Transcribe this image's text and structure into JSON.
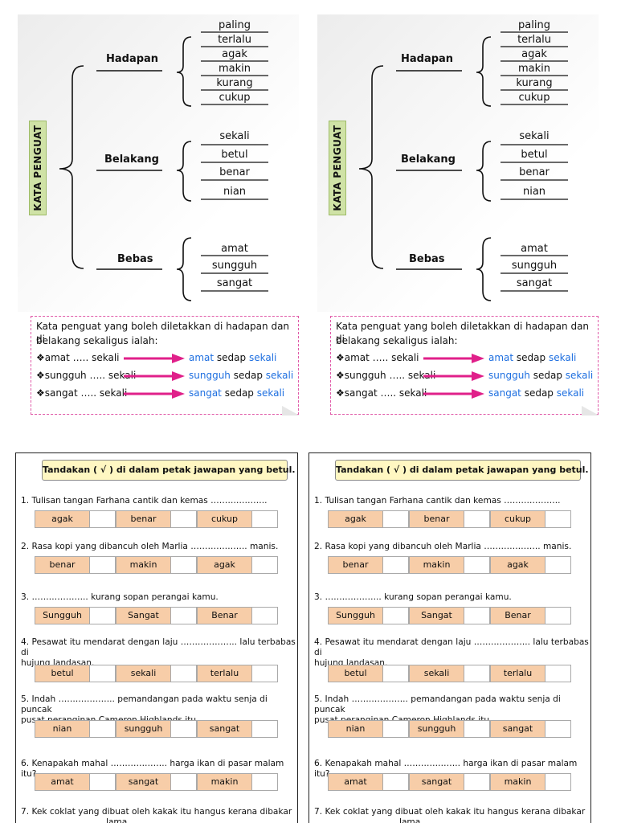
{
  "notes": {
    "vertical_label": "KATA PENGUAT",
    "branches": {
      "hadapan": {
        "label": "Hadapan",
        "words": [
          "paling",
          "terlalu",
          "agak",
          "makin",
          "kurang",
          "cukup"
        ]
      },
      "belakang": {
        "label": "Belakang",
        "words": [
          "sekali",
          "betul",
          "benar",
          "nian"
        ]
      },
      "bebas": {
        "label": "Bebas",
        "words": [
          "amat",
          "sungguh",
          "sangat"
        ]
      }
    },
    "box": {
      "line1": "Kata penguat yang boleh diletakkan di hadapan dan di",
      "line2": "belakang sekaligus ialah:",
      "pairs": [
        {
          "left": "❖amat ….. sekali",
          "word": "amat",
          "mid": " sedap ",
          "end": "sekali"
        },
        {
          "left": "❖sungguh ….. sekali",
          "word": "sungguh",
          "mid": " sedap ",
          "end": "sekali"
        },
        {
          "left": "❖sangat ….. sekali",
          "word": "sangat",
          "mid": " sedap ",
          "end": "sekali"
        }
      ]
    }
  },
  "exercise": {
    "title": "Tandakan ( √ ) di dalam petak jawapan yang betul.",
    "questions": [
      {
        "line1": "1. Tulisan tangan Farhana cantik dan kemas ………………..",
        "options": [
          "agak",
          "benar",
          "cukup"
        ]
      },
      {
        "line1": "2. Rasa kopi yang dibancuh oleh Marlia ……………….. manis.",
        "options": [
          "benar",
          "makin",
          "agak"
        ]
      },
      {
        "line1": "3. ……………….. kurang sopan perangai kamu.",
        "options": [
          "Sungguh",
          "Sangat",
          "Benar"
        ]
      },
      {
        "line1": "4. Pesawat itu mendarat dengan laju ……………….. lalu terbabas di",
        "line2": "hujung landasan.",
        "options": [
          "betul",
          "sekali",
          "terlalu"
        ]
      },
      {
        "line1": "5. Indah ……………….. pemandangan pada waktu senja di puncak",
        "line2": "pusat peranginan Cameron Highlands itu.",
        "options": [
          "nian",
          "sungguh",
          "sangat"
        ]
      },
      {
        "line1": "6.  Kenapakah mahal ……………….. harga ikan di pasar malam itu?",
        "options": [
          "amat",
          "sangat",
          "makin"
        ]
      },
      {
        "line1": "7. Kek coklat yang dibuat oleh kakak itu hangus kerana dibakar",
        "line2": "lama"
      }
    ]
  }
}
